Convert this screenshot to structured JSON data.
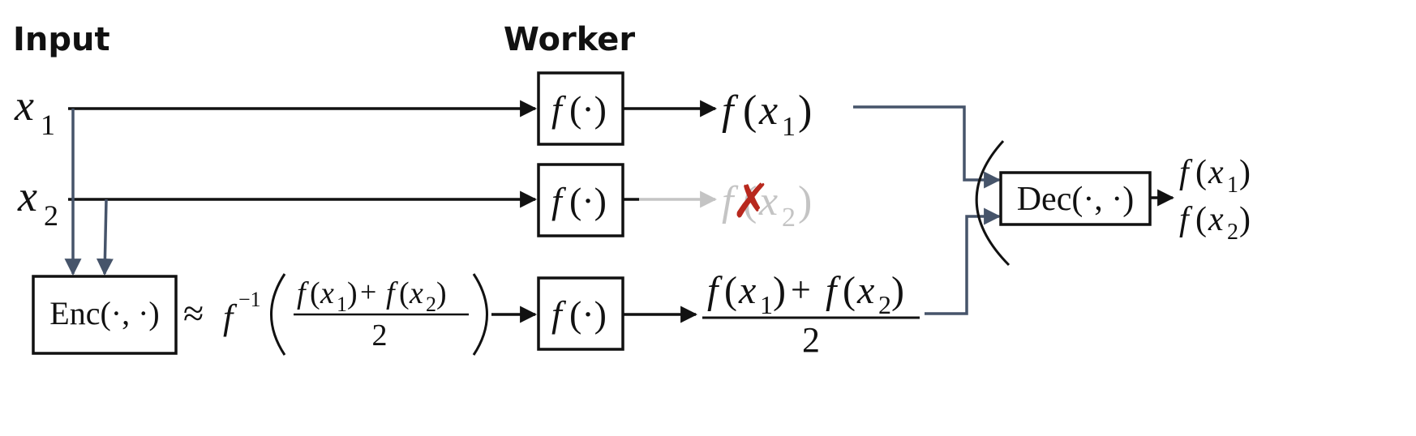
{
  "headings": {
    "input": "Input",
    "worker": "Worker"
  },
  "inputs": {
    "x1_var": "x",
    "x1_sub": "1",
    "x2_var": "x",
    "x2_sub": "2"
  },
  "worker_box": {
    "f": "f",
    "arg": "(·)"
  },
  "outputs": {
    "f1_f": "f",
    "f1_open": "(",
    "f1_x": "x",
    "f1_sub": "1",
    "f1_close": ")",
    "f2_f": "f",
    "f2_open": "(",
    "f2_x": "x",
    "f2_sub": "2",
    "f2_close": ")",
    "f2_status_mark": "✗"
  },
  "encoder": {
    "label": "Enc(·, ·)",
    "approx": "≈",
    "finv": "f",
    "finv_sup": "−1",
    "num_f1": "f",
    "num_x1": "x",
    "num_sub1": "1",
    "plus": "+",
    "num_f2": "f",
    "num_x2": "x",
    "num_sub2": "2",
    "den": "2"
  },
  "coded_output": {
    "num_f1": "f",
    "num_x1": "x",
    "num_sub1": "1",
    "plus": "+",
    "num_f2": "f",
    "num_x2": "x",
    "num_sub2": "2",
    "den": "2"
  },
  "decoder": {
    "label": "Dec(·, ·)",
    "out1_f": "f",
    "out1_x": "x",
    "out1_sub": "1",
    "out2_f": "f",
    "out2_x": "x",
    "out2_sub": "2"
  },
  "colors": {
    "wire": "#111111",
    "connector": "#46546a",
    "failed": "#c4c4c4",
    "fail_mark": "#b8281e"
  }
}
